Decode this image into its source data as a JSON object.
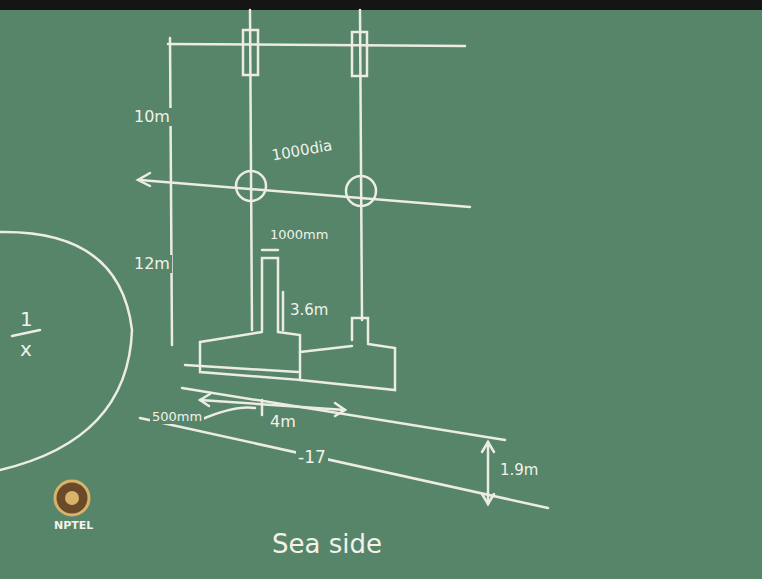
{
  "diagram": {
    "labels": [
      "10m",
      "1000dia",
      "12m",
      "1000mm",
      "3.6m",
      "500mm",
      "4m",
      "-17",
      "1.9m",
      "Sea side",
      "1",
      "x",
      "NPTEL"
    ]
  }
}
